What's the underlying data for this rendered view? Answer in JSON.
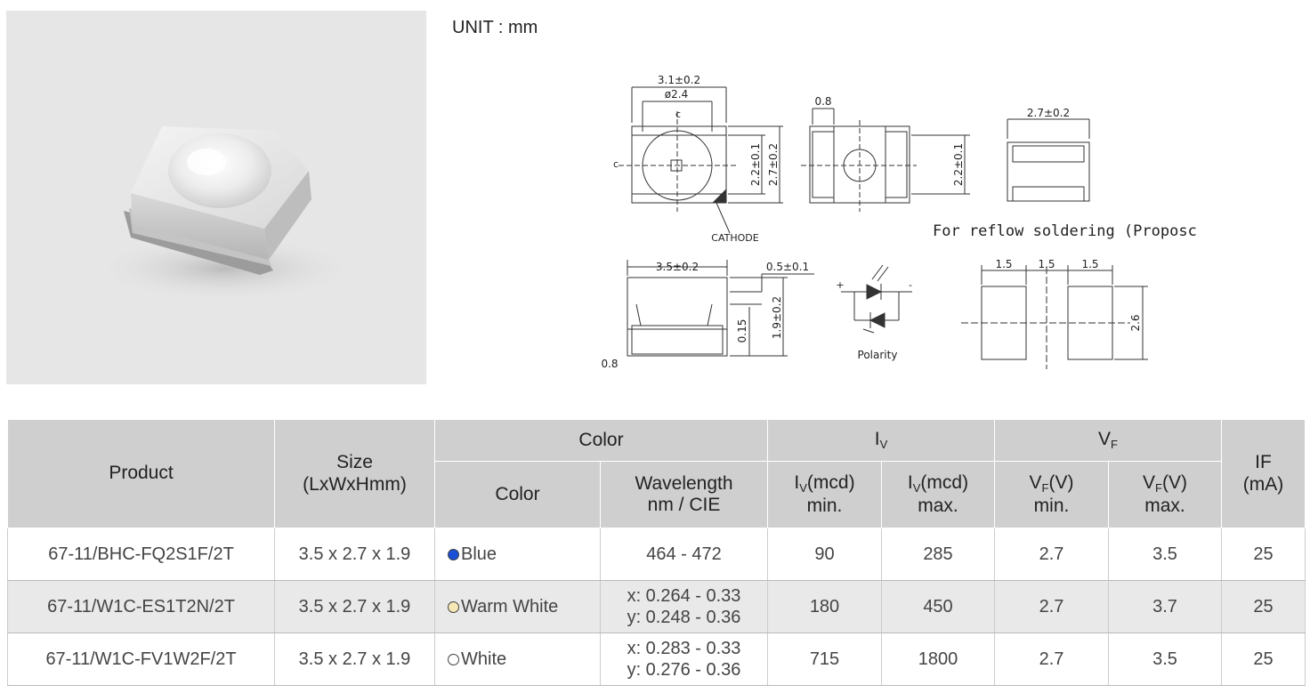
{
  "unit_label": "UNIT : mm",
  "drawing": {
    "top_width": "3.1±0.2",
    "lens_diameter": "ø2.4",
    "centerline_mark": "c",
    "side_mark": "c",
    "height_inner": "2.2±0.1",
    "height_outer": "2.7±0.2",
    "cathode_label": "CATHODE",
    "bottom_pad_width": "0.8",
    "bottom_height": "2.2±0.1",
    "end_width": "2.7±0.2",
    "reflow_note": "For reflow soldering (Proposc",
    "side_length": "3.5±0.2",
    "side_offset": "0.5±0.1",
    "side_height": "1.9±0.2",
    "side_standoff": "0.15",
    "side_pad": "0.8",
    "polarity_plus": "+",
    "polarity_minus": "-",
    "polarity_label": "Polarity",
    "pad_spacing": [
      "1.5",
      "1.5",
      "1.5"
    ],
    "pad_height": "2.6"
  },
  "table": {
    "headers": {
      "product": "Product",
      "size": "Size",
      "size_unit": "(LxWxHmm)",
      "color_group": "Color",
      "iv_group_main": "I",
      "iv_group_sub": "V",
      "vf_group_main": "V",
      "vf_group_sub": "F",
      "if_label": "IF",
      "if_unit": "(mA)",
      "color": "Color",
      "wavelength": "Wavelength",
      "wavelength_unit": "nm / CIE",
      "iv_min_main": "I",
      "iv_min_sub": "V",
      "iv_min_unit": "(mcd)",
      "iv_min_word": "min.",
      "iv_max_main": "I",
      "iv_max_sub": "V",
      "iv_max_unit": "(mcd)",
      "iv_max_word": "max.",
      "vf_min_main": "V",
      "vf_min_sub": "F",
      "vf_min_unit": "(V)",
      "vf_min_word": "min.",
      "vf_max_main": "V",
      "vf_max_sub": "F",
      "vf_max_unit": "(V)",
      "vf_max_word": "max."
    },
    "rows": [
      {
        "product": "67-11/BHC-FQ2S1F/2T",
        "size": "3.5 x 2.7 x 1.9",
        "color_name": "Blue",
        "color_swatch": "#1a4fd6",
        "wavelength_line1": "464 - 472",
        "wavelength_line2": "",
        "iv_min": "90",
        "iv_max": "285",
        "vf_min": "2.7",
        "vf_max": "3.5",
        "if": "25"
      },
      {
        "product": "67-11/W1C-ES1T2N/2T",
        "size": "3.5 x 2.7 x 1.9",
        "color_name": "Warm White",
        "color_swatch": "#f6e8b4",
        "wavelength_line1": "x: 0.264 - 0.33",
        "wavelength_line2": "y: 0.248 - 0.36",
        "iv_min": "180",
        "iv_max": "450",
        "vf_min": "2.7",
        "vf_max": "3.7",
        "if": "25"
      },
      {
        "product": "67-11/W1C-FV1W2F/2T",
        "size": "3.5 x 2.7 x 1.9",
        "color_name": "White",
        "color_swatch": "#ffffff",
        "wavelength_line1": "x: 0.283 - 0.33",
        "wavelength_line2": "y: 0.276 - 0.36",
        "iv_min": "715",
        "iv_max": "1800",
        "vf_min": "2.7",
        "vf_max": "3.5",
        "if": "25"
      }
    ]
  }
}
